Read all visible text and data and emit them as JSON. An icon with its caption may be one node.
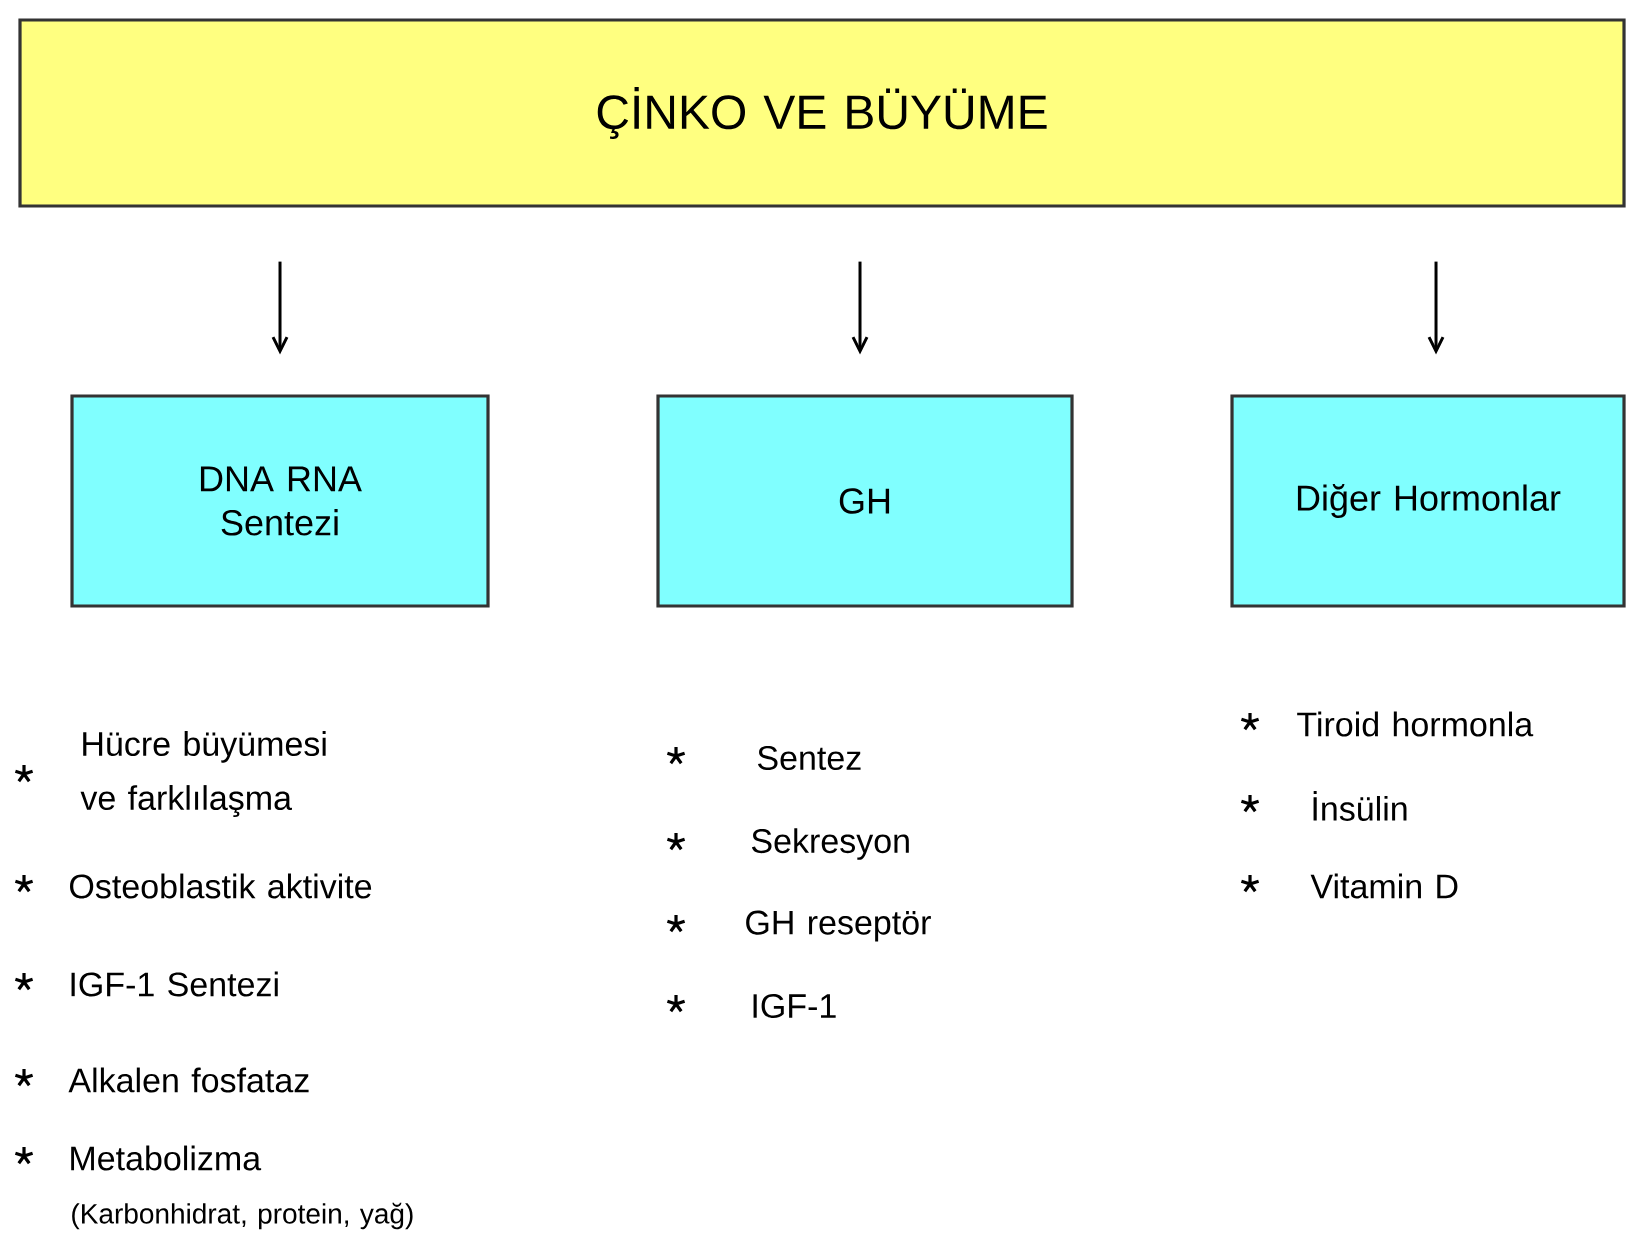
{
  "diagram": {
    "nodes": [
      {
        "text": [
          "ÇİNKO VE BÜYÜME"
        ]
      },
      {
        "text": [
          "DNA RNA Sentezi"
        ]
      },
      {
        "text": [
          "GH"
        ]
      },
      {
        "text": [
          "Diğer Hormonlar"
        ]
      }
    ],
    "edges": [
      {
        "from": 0,
        "to": 1,
        "arrow": "to"
      },
      {
        "from": 0,
        "to": 2,
        "arrow": "to"
      },
      {
        "from": 0,
        "to": 3,
        "arrow": "to"
      }
    ],
    "labels": [
      "Hücre büyümesi ve farklılaşma",
      "Sentez",
      "Tiroid hormonla",
      "Sekresyon",
      "İnsülin",
      "Osteoblastik aktivite",
      "Vitamin D",
      "GH reseptör",
      "IGF-1",
      "IGF-1 Sentezi",
      "Alkalen fosfataz",
      "Metabolizma",
      "(Karbonhidrat, protein, yağ)"
    ]
  }
}
